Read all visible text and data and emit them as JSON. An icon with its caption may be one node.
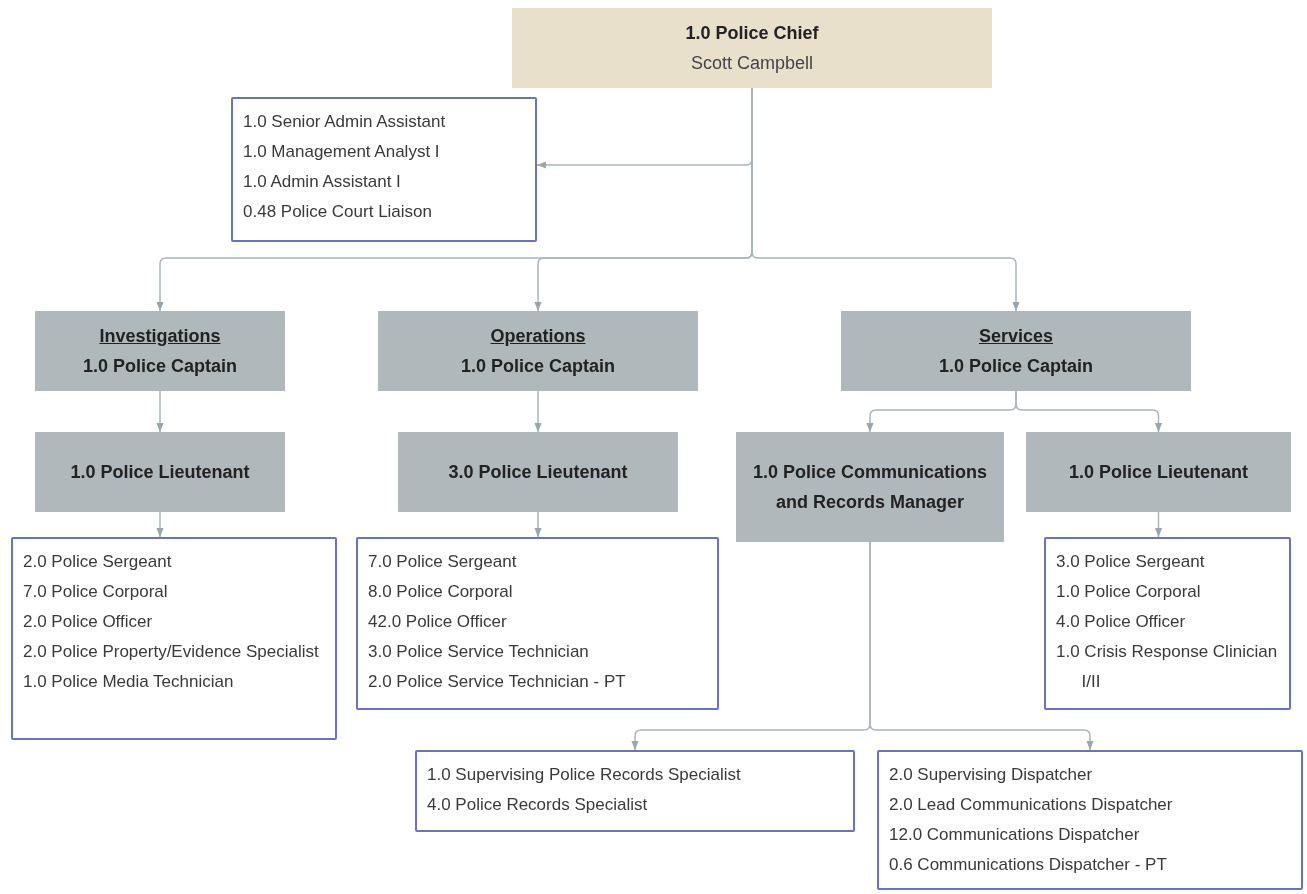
{
  "diagram": {
    "nodes": [
      {
        "text": [
          "1.0 Police Chief",
          "Scott Campbell"
        ]
      },
      {
        "text": [
          "1.0 Senior Admin Assistant",
          "1.0 Management Analyst I",
          "1.0 Admin Assistant I",
          "0.48 Police Court Liaison"
        ]
      },
      {
        "text": [
          "Investigations",
          "1.0 Police Captain"
        ]
      },
      {
        "text": [
          "Operations",
          "1.0 Police Captain"
        ]
      },
      {
        "text": [
          "Services",
          "1.0 Police Captain"
        ]
      },
      {
        "text": [
          "1.0 Police Lieutenant"
        ]
      },
      {
        "text": [
          "3.0 Police Lieutenant"
        ]
      },
      {
        "text": [
          "1.0 Police Communications and Records Manager"
        ]
      },
      {
        "text": [
          "1.0 Police Lieutenant"
        ]
      },
      {
        "text": [
          "2.0 Police Sergeant",
          "7.0 Police Corporal",
          "2.0 Police Officer",
          "2.0 Police Property/Evidence Specialist",
          "1.0 Police Media Technician"
        ]
      },
      {
        "text": [
          "7.0 Police Sergeant",
          "8.0 Police Corporal",
          "42.0 Police Officer",
          "3.0 Police Service Technician",
          "2.0 Police Service Technician - PT"
        ]
      },
      {
        "text": [
          "3.0 Police Sergeant",
          "1.0 Police Corporal",
          "4.0 Police Officer",
          "1.0 Crisis Response Clinician I/II"
        ]
      },
      {
        "text": [
          "1.0 Supervising Police Records Specialist",
          "4.0 Police Records Specialist"
        ]
      },
      {
        "text": [
          "2.0 Supervising Dispatcher",
          "2.0 Lead Communications Dispatcher",
          "12.0 Communications Dispatcher",
          "0.6 Communications Dispatcher - PT"
        ]
      }
    ],
    "edges": [
      {
        "from": 0,
        "to": 1,
        "arrow": "to"
      },
      {
        "from": 0,
        "to": 2,
        "arrow": "to"
      },
      {
        "from": 0,
        "to": 3,
        "arrow": "to"
      },
      {
        "from": 0,
        "to": 4,
        "arrow": "to"
      },
      {
        "from": 2,
        "to": 5,
        "arrow": "to"
      },
      {
        "from": 3,
        "to": 6,
        "arrow": "to"
      },
      {
        "from": 4,
        "to": 7,
        "arrow": "to"
      },
      {
        "from": 4,
        "to": 8,
        "arrow": "to"
      },
      {
        "from": 5,
        "to": 9,
        "arrow": "to"
      },
      {
        "from": 6,
        "to": 10,
        "arrow": "to"
      },
      {
        "from": 8,
        "to": 11,
        "arrow": "to"
      },
      {
        "from": 7,
        "to": 12,
        "arrow": "to"
      },
      {
        "from": 7,
        "to": 13,
        "arrow": "to"
      }
    ]
  }
}
